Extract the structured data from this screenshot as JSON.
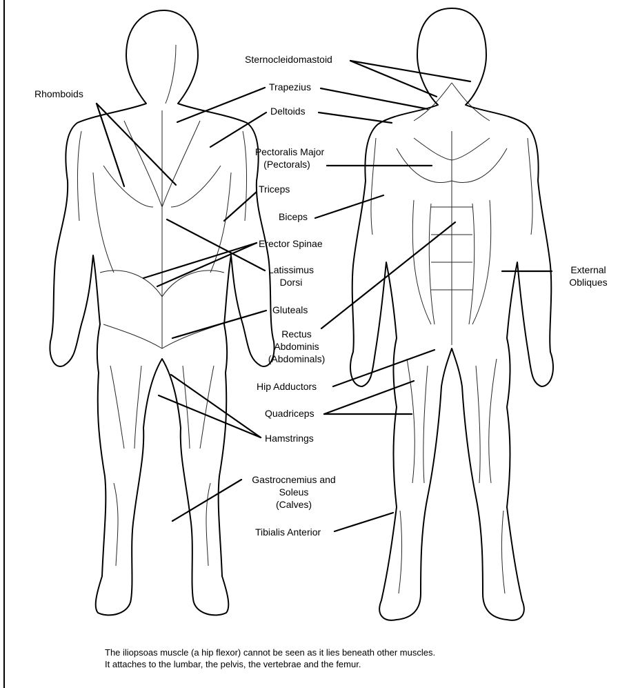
{
  "labels": {
    "rhomboids": "Rhomboids",
    "sternocleidomastoid": "Sternocleidomastoid",
    "trapezius": "Trapezius",
    "deltoids": "Deltoids",
    "pectoralis_major": "Pectoralis Major",
    "pectorals": "(Pectorals)",
    "triceps": "Triceps",
    "biceps": "Biceps",
    "erector_spinae": "Erector Spinae",
    "latissimus": "Latissimus",
    "dorsi": "Dorsi",
    "external": "External",
    "obliques": "Obliques",
    "gluteals": "Gluteals",
    "rectus": "Rectus",
    "abdominis": "Abdominis",
    "abdominals": "(Abdominals)",
    "hip_adductors": "Hip Adductors",
    "quadriceps": "Quadriceps",
    "hamstrings": "Hamstrings",
    "gastrocnemius": "Gastrocnemius and",
    "soleus": "Soleus",
    "calves": "(Calves)",
    "tibialis_anterior": "Tibialis Anterior"
  },
  "caption": {
    "line1": "The iliopsoas muscle (a hip flexor) cannot be seen as it lies beneath other muscles.",
    "line2": "It attaches to the lumbar, the pelvis, the vertebrae and the femur."
  }
}
